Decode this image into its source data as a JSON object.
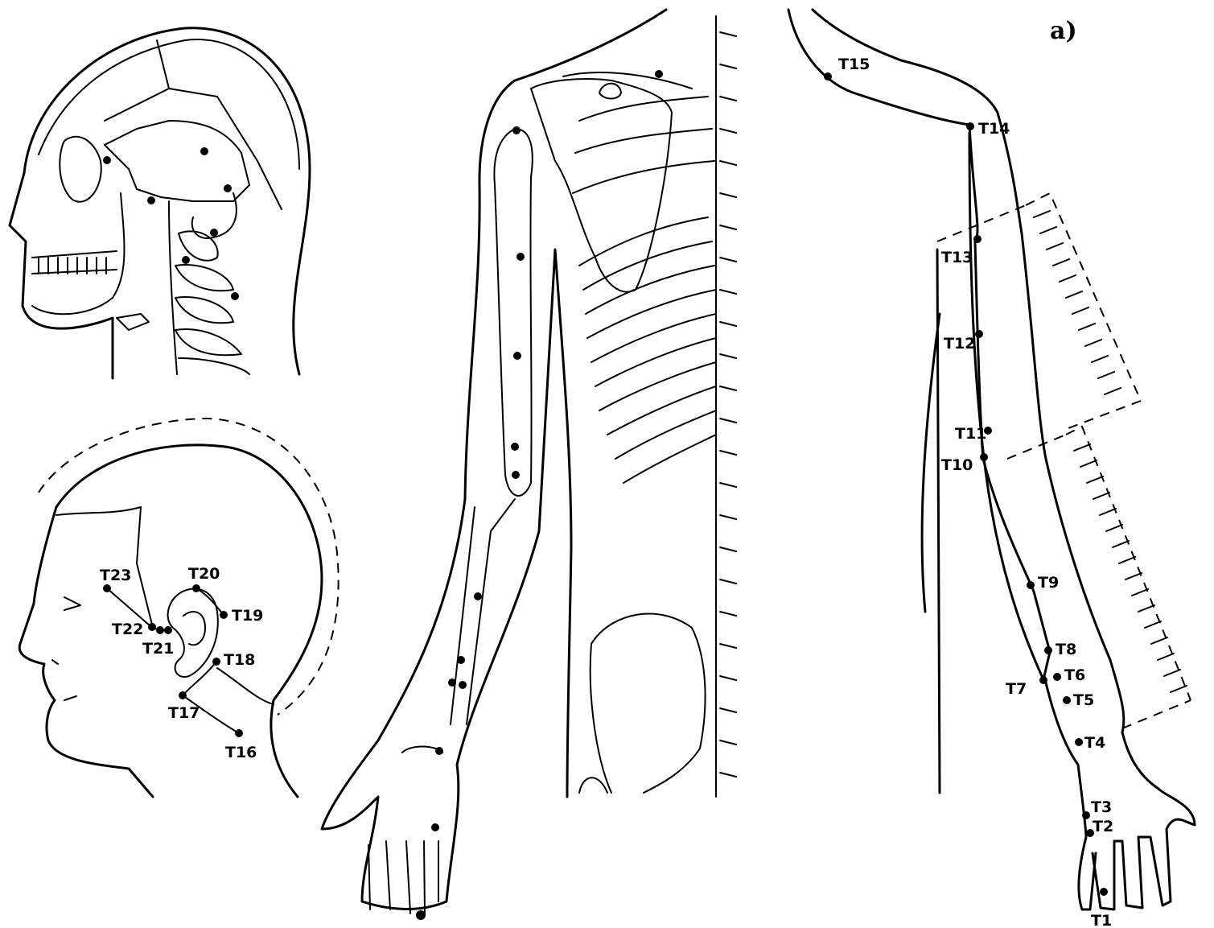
{
  "figure": {
    "panel_label": "a)",
    "arm_points": [
      {
        "id": "T1",
        "label": "T1"
      },
      {
        "id": "T2",
        "label": "T2"
      },
      {
        "id": "T3",
        "label": "T3"
      },
      {
        "id": "T4",
        "label": "T4"
      },
      {
        "id": "T5",
        "label": "T5"
      },
      {
        "id": "T6",
        "label": "T6"
      },
      {
        "id": "T7",
        "label": "T7"
      },
      {
        "id": "T8",
        "label": "T8"
      },
      {
        "id": "T9",
        "label": "T9"
      },
      {
        "id": "T10",
        "label": "T10"
      },
      {
        "id": "T11",
        "label": "T11"
      },
      {
        "id": "T12",
        "label": "T12"
      },
      {
        "id": "T13",
        "label": "T13"
      },
      {
        "id": "T14",
        "label": "T14"
      },
      {
        "id": "T15",
        "label": "T15"
      }
    ],
    "head_points": [
      {
        "id": "T16",
        "label": "T16"
      },
      {
        "id": "T17",
        "label": "T17"
      },
      {
        "id": "T18",
        "label": "T18"
      },
      {
        "id": "T19",
        "label": "T19"
      },
      {
        "id": "T20",
        "label": "T20"
      },
      {
        "id": "T21",
        "label": "T21"
      },
      {
        "id": "T22",
        "label": "T22"
      },
      {
        "id": "T23",
        "label": "T23"
      }
    ]
  }
}
